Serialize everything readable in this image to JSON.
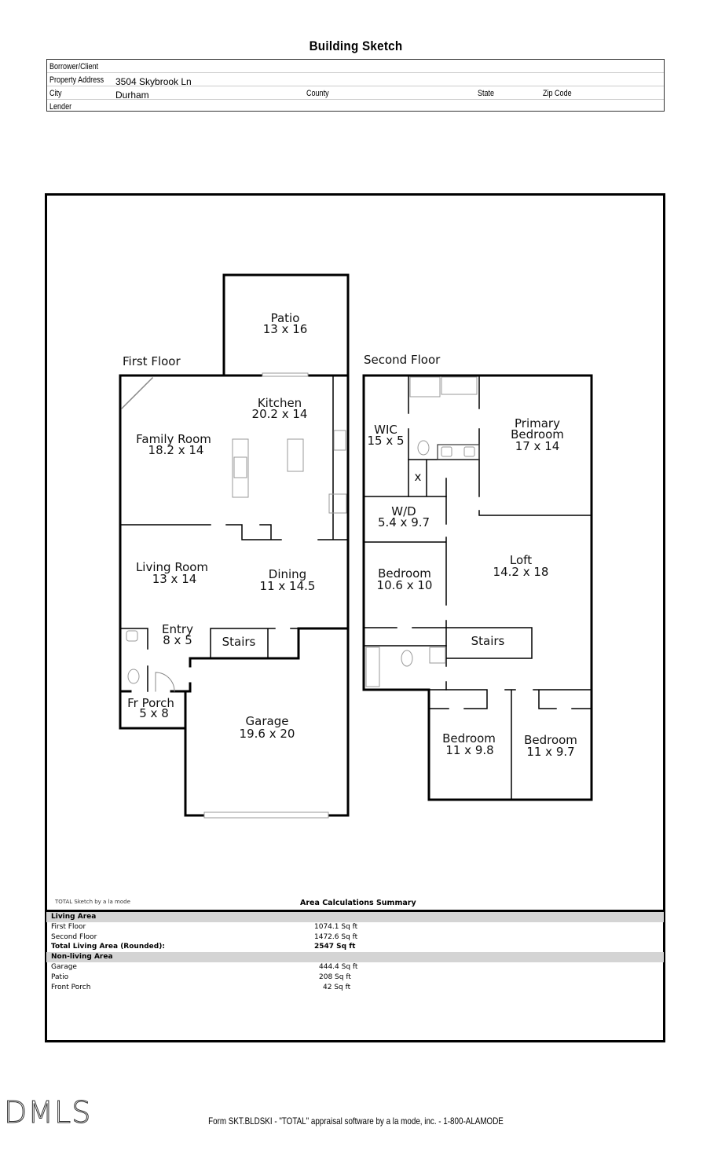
{
  "title": "Building Sketch",
  "header": {
    "borrower_label": "Borrower/Client",
    "borrower_value": "",
    "address_label": "Property Address",
    "address_value": "3504 Skybrook Ln",
    "city_label": "City",
    "city_value": "Durham",
    "county_label": "County",
    "state_label": "State",
    "zip_label": "Zip Code",
    "lender_label": "Lender"
  },
  "sketch": {
    "first_floor": {
      "label": "First Floor",
      "rooms": [
        {
          "name": "Patio",
          "dims": "13 x 16"
        },
        {
          "name": "Kitchen",
          "dims": "20.2 x 14"
        },
        {
          "name": "Family Room",
          "dims": "18.2 x 14"
        },
        {
          "name": "Living Room",
          "dims": "13 x 14"
        },
        {
          "name": "Dining",
          "dims": "11 x 14.5"
        },
        {
          "name": "Entry",
          "dims": "8 x 5"
        },
        {
          "name": "Stairs",
          "dims": ""
        },
        {
          "name": "Fr Porch",
          "dims": "5 x 8"
        },
        {
          "name": "Garage",
          "dims": "19.6 x 20"
        }
      ]
    },
    "second_floor": {
      "label": "Second Floor",
      "rooms": [
        {
          "name": "WIC",
          "dims": "15 x 5"
        },
        {
          "name": "Primary",
          "name2": "Bedroom",
          "dims": "17 x 14"
        },
        {
          "name": "x",
          "dims": ""
        },
        {
          "name": "W/D",
          "dims": "5.4 x 9.7"
        },
        {
          "name": "Loft",
          "dims": "14.2 x 18"
        },
        {
          "name": "Bedroom",
          "dims": "10.6 x 10"
        },
        {
          "name": "Stairs",
          "dims": ""
        },
        {
          "name": "Bedroom",
          "dims": "11 x 9.8"
        },
        {
          "name": "Bedroom",
          "dims": "11 x 9.7"
        }
      ]
    }
  },
  "area_summary": {
    "credit": "TOTAL Sketch by a la mode",
    "title": "Area Calculations Summary",
    "living_label": "Living Area",
    "living": [
      {
        "label": "First Floor",
        "value": "1074.1 Sq ft"
      },
      {
        "label": "Second Floor",
        "value": "1472.6 Sq ft"
      }
    ],
    "total_label": "Total Living Area (Rounded):",
    "total_value": "2547 Sq ft",
    "nonliving_label": "Non-living Area",
    "nonliving": [
      {
        "label": "Garage",
        "value": "444.4 Sq ft"
      },
      {
        "label": "Patio",
        "value": "208 Sq ft"
      },
      {
        "label": "Front Porch",
        "value": "42 Sq ft"
      }
    ]
  },
  "watermark": "DMLS",
  "footer": "Form SKT.BLDSKI - \"TOTAL\" appraisal software by a la mode, inc. - 1-800-ALAMODE"
}
